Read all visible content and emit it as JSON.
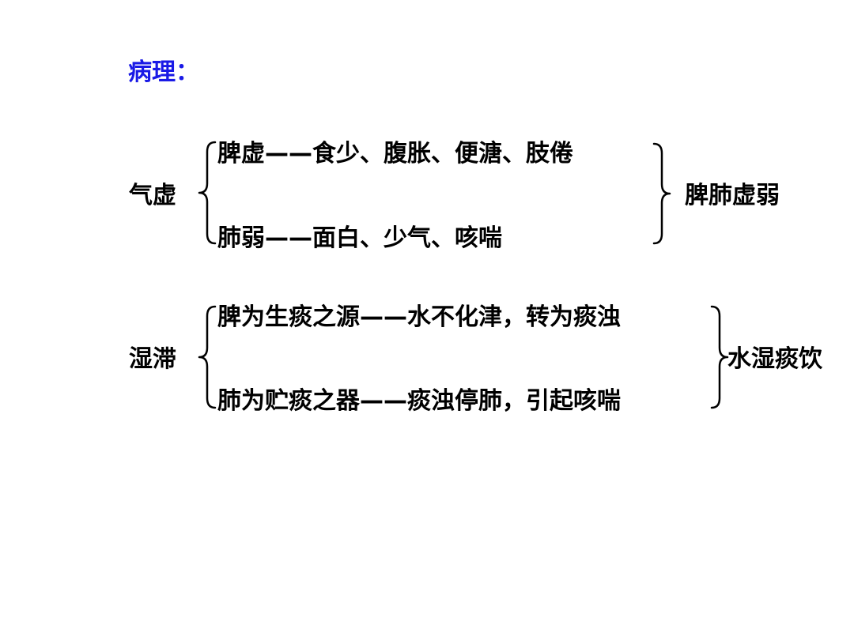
{
  "title": "病理：",
  "colors": {
    "title": "#1a1ae6",
    "text": "#000000",
    "background": "#ffffff"
  },
  "groups": [
    {
      "label": "气虚",
      "upper": "脾虚——食少、腹胀、便溏、肢倦",
      "lower": "肺弱——面白、少气、咳喘",
      "result": "脾肺虚弱"
    },
    {
      "label": "湿滞",
      "upper": "脾为生痰之源——水不化津，转为痰浊",
      "lower": "肺为贮痰之器——痰浊停肺，引起咳喘",
      "result": "水湿痰饮"
    }
  ]
}
